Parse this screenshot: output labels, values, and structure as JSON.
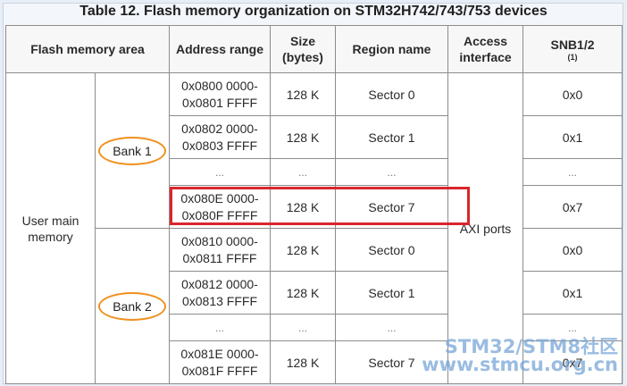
{
  "title": "Table 12. Flash memory organization on STM32H742/743/753 devices",
  "headers": {
    "area": "Flash memory area",
    "address": "Address range",
    "size_line1": "Size",
    "size_line2": "(bytes)",
    "region": "Region name",
    "access_line1": "Access",
    "access_line2": "interface",
    "snb": "SNB1/2",
    "snb_note": "(1)"
  },
  "area_label_line1": "User main",
  "area_label_line2": "memory",
  "access_value": "AXI ports",
  "banks": [
    {
      "label": "Bank 1",
      "rows": [
        {
          "addr1": "0x0800 0000-",
          "addr2": "0x0801 FFFF",
          "size": "128 K",
          "region": "Sector 0",
          "snb": "0x0"
        },
        {
          "addr1": "0x0802 0000-",
          "addr2": "0x0803 FFFF",
          "size": "128 K",
          "region": "Sector 1",
          "snb": "0x1"
        },
        {
          "addr1": "...",
          "addr2": "",
          "size": "...",
          "region": "...",
          "snb": "..."
        },
        {
          "addr1": "0x080E 0000-",
          "addr2": "0x080F FFFF",
          "size": "128 K",
          "region": "Sector 7",
          "snb": "0x7"
        }
      ]
    },
    {
      "label": "Bank 2",
      "rows": [
        {
          "addr1": "0x0810 0000-",
          "addr2": "0x0811 FFFF",
          "size": "128 K",
          "region": "Sector 0",
          "snb": "0x0"
        },
        {
          "addr1": "0x0812 0000-",
          "addr2": "0x0813 FFFF",
          "size": "128 K",
          "region": "Sector 1",
          "snb": "0x1"
        },
        {
          "addr1": "...",
          "addr2": "",
          "size": "...",
          "region": "...",
          "snb": "..."
        },
        {
          "addr1": "0x081E 0000-",
          "addr2": "0x081F FFFF",
          "size": "128 K",
          "region": "Sector 7",
          "snb": "0x7"
        }
      ]
    }
  ],
  "watermark": {
    "line1": "STM32/STM8社区",
    "line2": "www.stmcu.org.cn"
  },
  "colors": {
    "highlight_box": "#d9262c",
    "bank_oval": "#f0901e",
    "watermark": "#78a5d7"
  }
}
